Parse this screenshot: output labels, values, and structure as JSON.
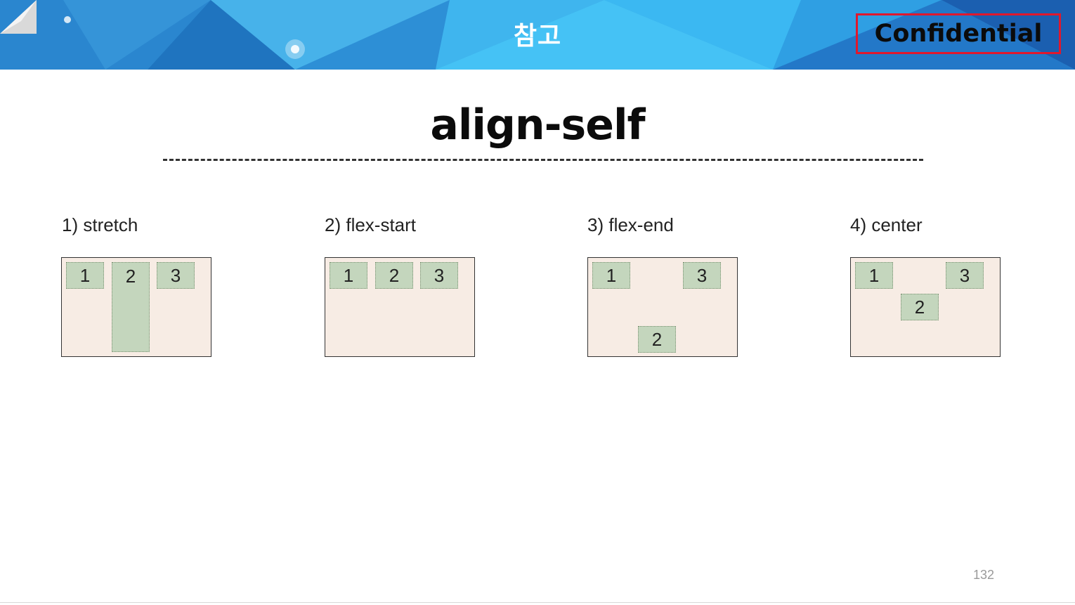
{
  "header": {
    "title": "참고",
    "badge": "Confidential",
    "colors": {
      "background": "#3aa6e0",
      "badge_border": "#e0182d"
    }
  },
  "slide": {
    "title": "align-self",
    "page_number": "132"
  },
  "examples": [
    {
      "label": "1) stretch",
      "items": [
        "1",
        "2",
        "3"
      ]
    },
    {
      "label": "2) flex-start",
      "items": [
        "1",
        "2",
        "3"
      ]
    },
    {
      "label": "3) flex-end",
      "items": [
        "1",
        "2",
        "3"
      ]
    },
    {
      "label": "4) center",
      "items": [
        "1",
        "2",
        "3"
      ]
    }
  ],
  "colors": {
    "container_bg": "#f7ece4",
    "item_bg": "#c4d6bd"
  }
}
